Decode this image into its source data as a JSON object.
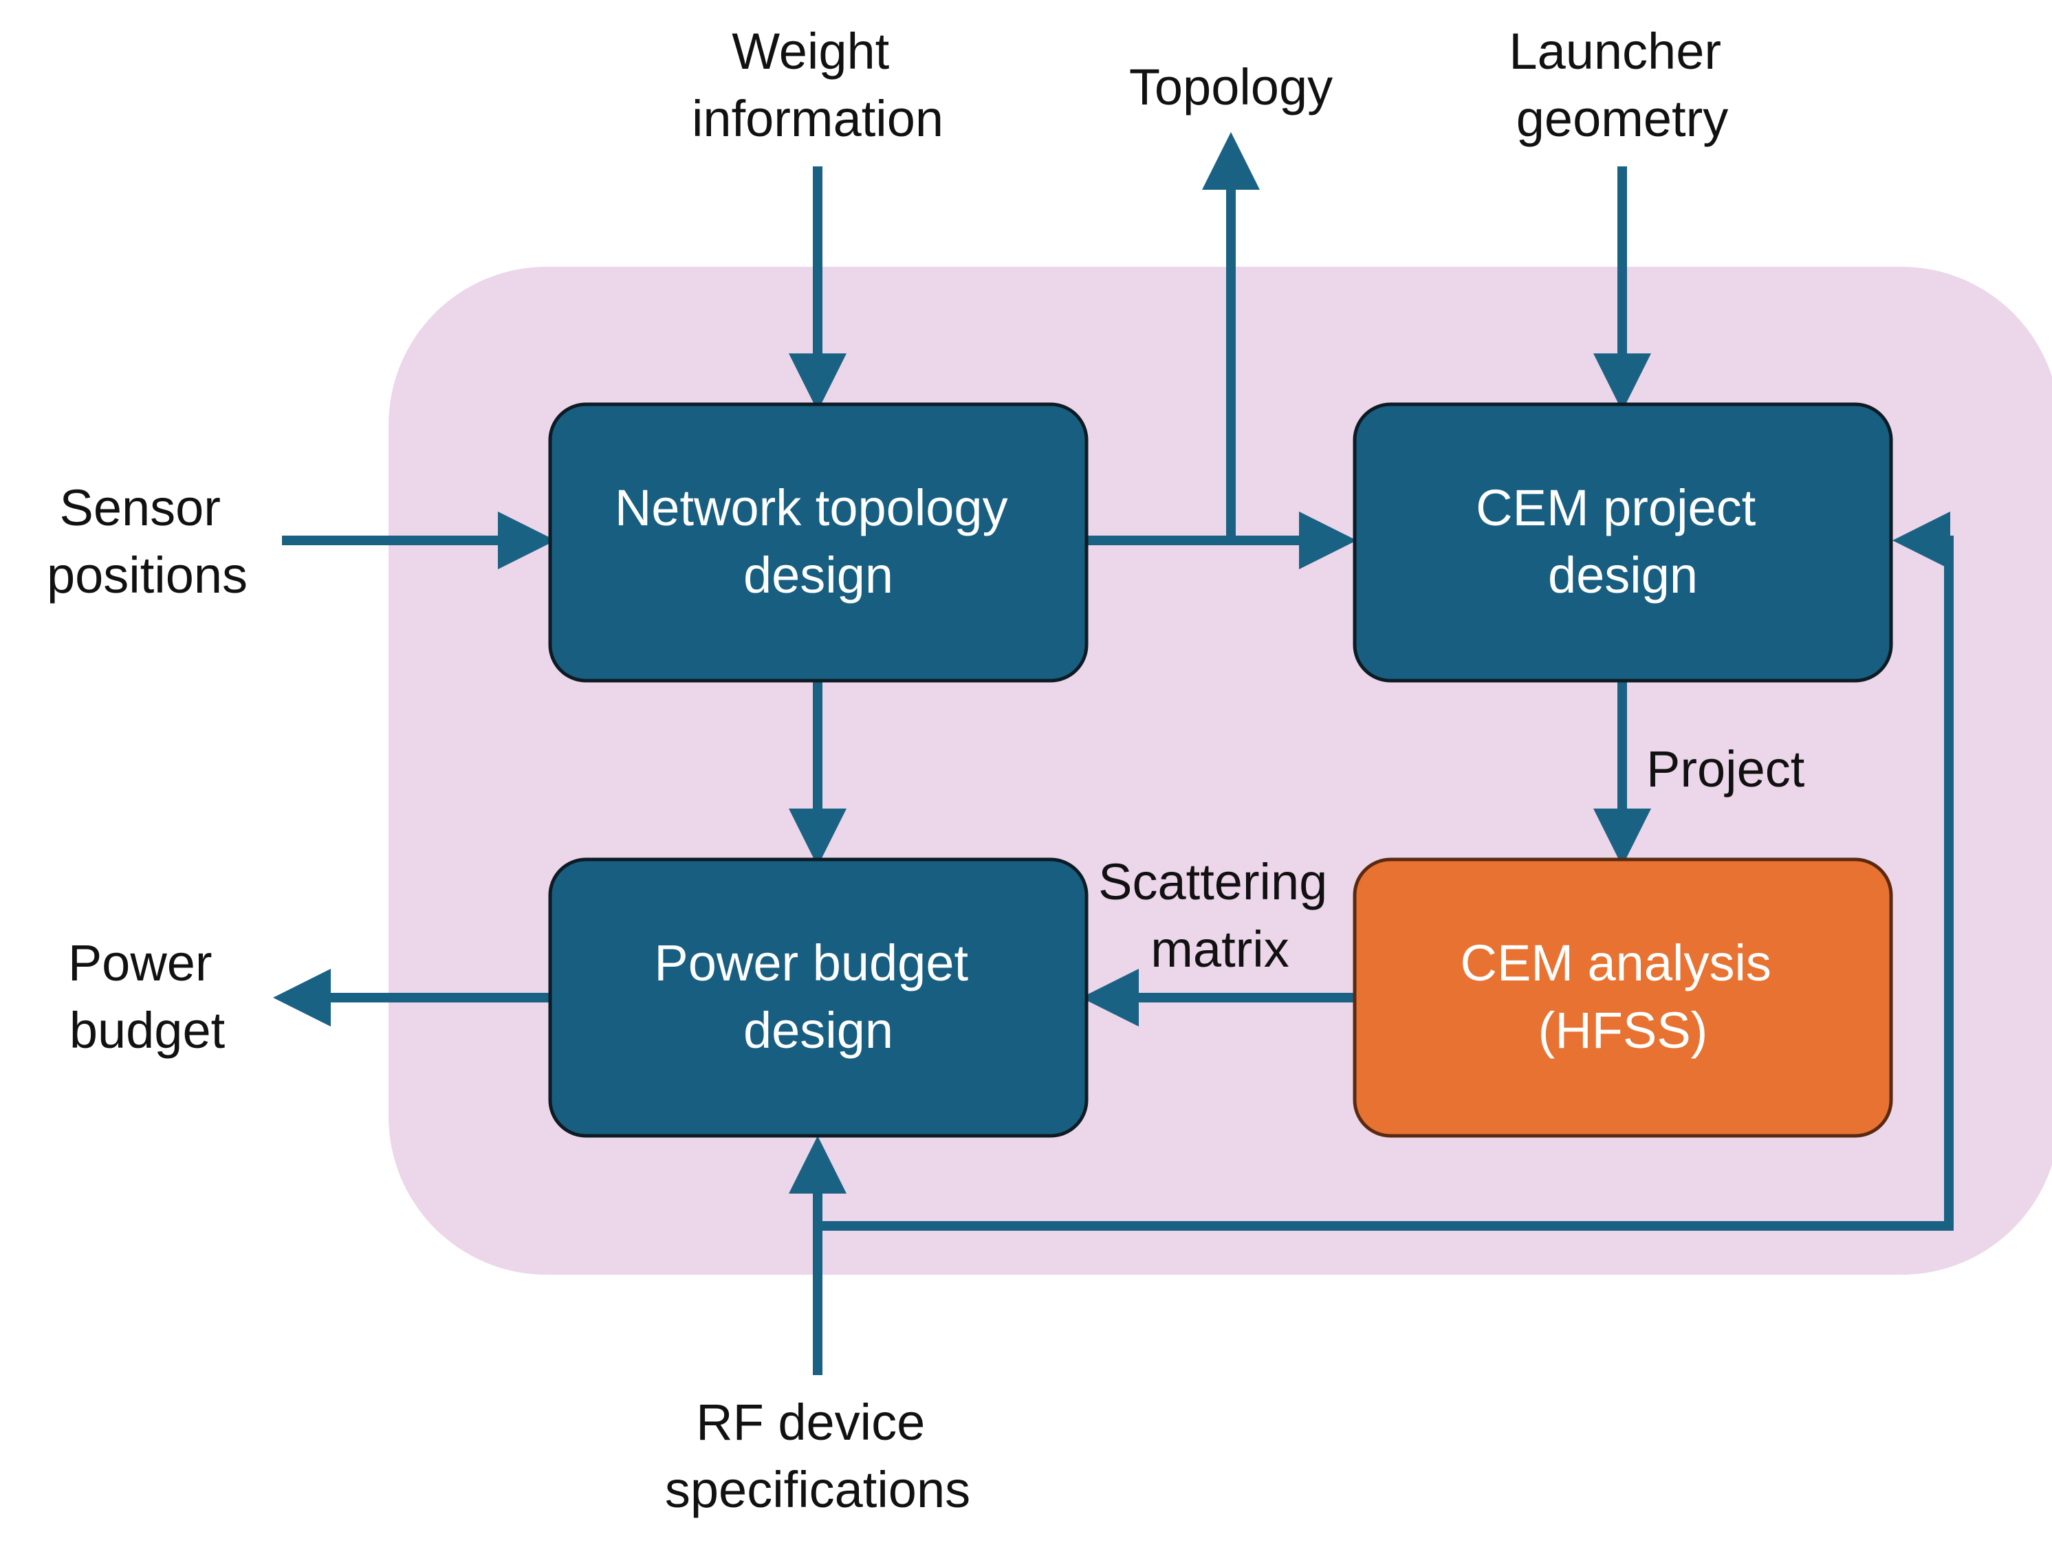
{
  "colors": {
    "region": "#ecd6ea",
    "box": "#175e80",
    "box_border": "#0d1b24",
    "analysis_box": "#e87232",
    "analysis_border": "#5a2a10",
    "arrow": "#1a6283",
    "box_text": "#ffffff",
    "label_text": "#111111"
  },
  "boxes": {
    "network": {
      "line1": "Network topology",
      "line2": "design"
    },
    "cem_project": {
      "line1": "CEM project",
      "line2": "design"
    },
    "power_budget": {
      "line1": "Power budget",
      "line2": "design"
    },
    "cem_analysis": {
      "line1": "CEM analysis",
      "line2": "(HFSS)"
    }
  },
  "labels": {
    "weight": {
      "line1": "Weight",
      "line2": "information"
    },
    "topology": {
      "line1": "Topology"
    },
    "launcher": {
      "line1": "Launcher",
      "line2": "geometry"
    },
    "sensor": {
      "line1": "Sensor",
      "line2": "positions"
    },
    "power_out": {
      "line1": "Power",
      "line2": "budget"
    },
    "project": {
      "line1": "Project"
    },
    "scattering": {
      "line1": "Scattering",
      "line2": "matrix"
    },
    "rf": {
      "line1": "RF device",
      "line2": "specifications"
    }
  }
}
